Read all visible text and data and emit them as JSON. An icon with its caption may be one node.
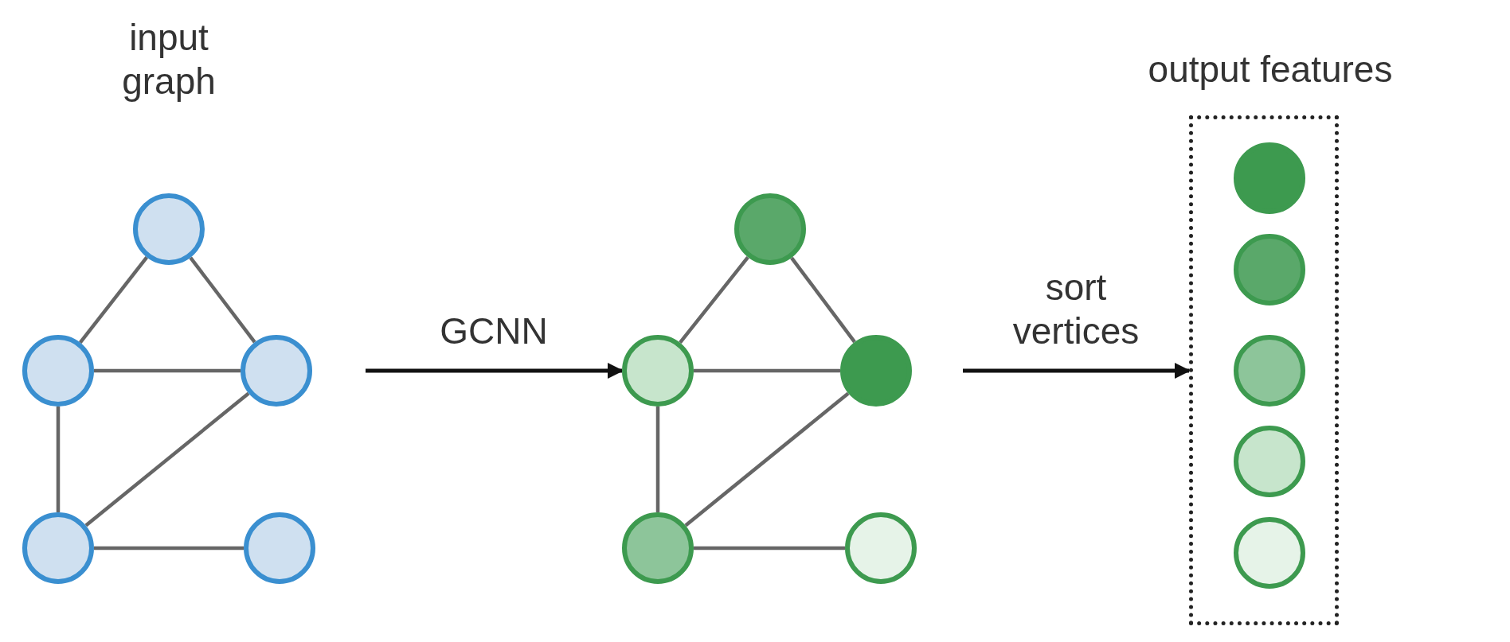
{
  "diagram": {
    "nodes": [
      {
        "text": [],
        "shape": "circle"
      },
      {
        "text": [],
        "shape": "circle"
      },
      {
        "text": [],
        "shape": "circle"
      },
      {
        "text": [],
        "shape": "circle"
      },
      {
        "text": [],
        "shape": "circle"
      },
      {
        "text": [],
        "shape": "circle"
      },
      {
        "text": [],
        "shape": "circle"
      },
      {
        "text": [],
        "shape": "circle"
      },
      {
        "text": [],
        "shape": "circle"
      },
      {
        "text": [],
        "shape": "circle"
      },
      {
        "text": [
          "output features"
        ]
      },
      {
        "text": [],
        "shape": "circle",
        "in": 10
      },
      {
        "text": [],
        "shape": "circle",
        "in": 10
      },
      {
        "text": [],
        "shape": "circle",
        "in": 10
      },
      {
        "text": [],
        "shape": "circle",
        "in": 10
      },
      {
        "text": [],
        "shape": "circle",
        "in": 10
      }
    ],
    "edges": [
      {
        "from": 0,
        "to": 1,
        "arrow": "none"
      },
      {
        "from": 0,
        "to": 2,
        "arrow": "none"
      },
      {
        "from": 1,
        "to": 2,
        "arrow": "none"
      },
      {
        "from": 1,
        "to": 3,
        "arrow": "none"
      },
      {
        "from": 2,
        "to": 3,
        "arrow": "none"
      },
      {
        "from": 3,
        "to": 4,
        "arrow": "none"
      },
      {
        "from": 5,
        "to": 6,
        "arrow": "none"
      },
      {
        "from": 5,
        "to": 7,
        "arrow": "none"
      },
      {
        "from": 6,
        "to": 7,
        "arrow": "none"
      },
      {
        "from": 6,
        "to": 8,
        "arrow": "none"
      },
      {
        "from": 7,
        "to": 8,
        "arrow": "none"
      },
      {
        "from": 8,
        "to": 9,
        "arrow": "none"
      },
      {
        "from": null,
        "to": 6,
        "arrow": "to",
        "label": "GCNN"
      },
      {
        "from": null,
        "to": 10,
        "arrow": "to",
        "label": "sort vertices"
      }
    ],
    "labels": [
      "input graph"
    ]
  }
}
